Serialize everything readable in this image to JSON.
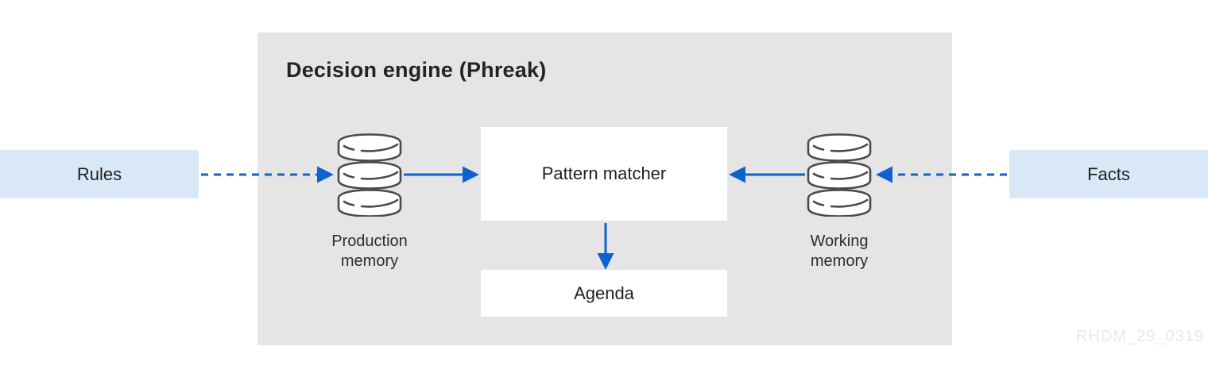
{
  "diagram": {
    "title": "Decision engine (Phreak)",
    "watermark": "RHDM_29_0319"
  },
  "nodes": {
    "rules": {
      "label": "Rules",
      "type": "external-input"
    },
    "facts": {
      "label": "Facts",
      "type": "external-input"
    },
    "pattern_matcher": {
      "label": "Pattern matcher",
      "type": "process-box"
    },
    "agenda": {
      "label": "Agenda",
      "type": "process-box"
    },
    "production_memory": {
      "label": "Production memory",
      "type": "database"
    },
    "working_memory": {
      "label": "Working memory",
      "type": "database"
    }
  },
  "edges": [
    {
      "from": "Rules",
      "to": "Production memory",
      "style": "dashed"
    },
    {
      "from": "Production memory",
      "to": "Pattern matcher",
      "style": "solid"
    },
    {
      "from": "Working memory",
      "to": "Pattern matcher",
      "style": "solid"
    },
    {
      "from": "Facts",
      "to": "Working memory",
      "style": "dashed"
    },
    {
      "from": "Pattern matcher",
      "to": "Agenda",
      "style": "solid"
    }
  ],
  "colors": {
    "accent_blue": "#0d62d0",
    "node_blue_bg": "#d9e8f7",
    "panel_gray": "#e5e5e5",
    "text_dark": "#1f1f1f",
    "db_outline": "#4a4a4a",
    "watermark_gray": "#e9e9e9"
  }
}
